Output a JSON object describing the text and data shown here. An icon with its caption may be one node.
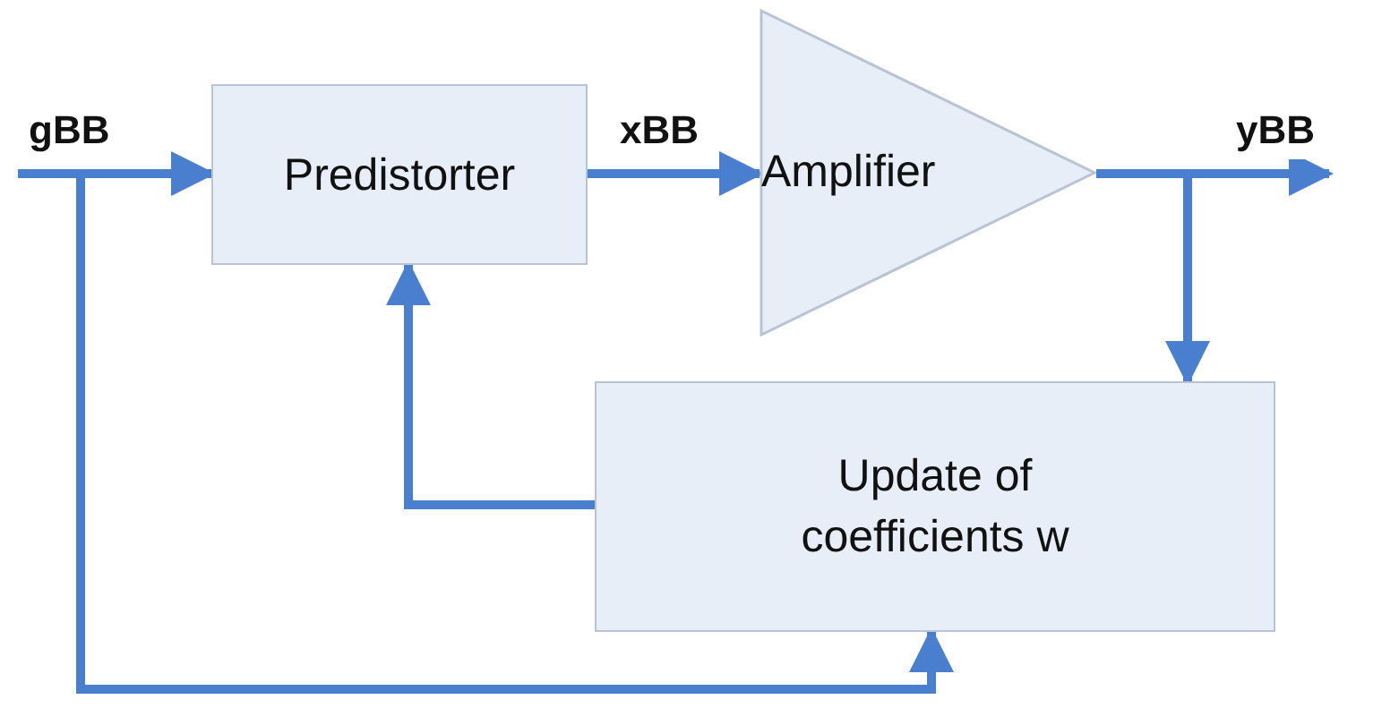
{
  "diagram": {
    "nodes": [
      {
        "text": [
          "Predistorter"
        ]
      },
      {
        "text": [
          "Amplifier"
        ]
      },
      {
        "text": [
          "Update of coefficients w"
        ]
      }
    ],
    "edges": [
      {
        "from": null,
        "to": 0,
        "arrow": "to",
        "label": "gBB"
      },
      {
        "from": 0,
        "to": 1,
        "arrow": "to",
        "label": "xBB"
      },
      {
        "from": 1,
        "to": null,
        "arrow": "to",
        "label": "yBB"
      },
      {
        "from": 1,
        "to": 2,
        "arrow": "to"
      },
      {
        "from": 2,
        "to": 0,
        "arrow": "to"
      },
      {
        "from": null,
        "to": 2,
        "arrow": "to"
      }
    ]
  }
}
